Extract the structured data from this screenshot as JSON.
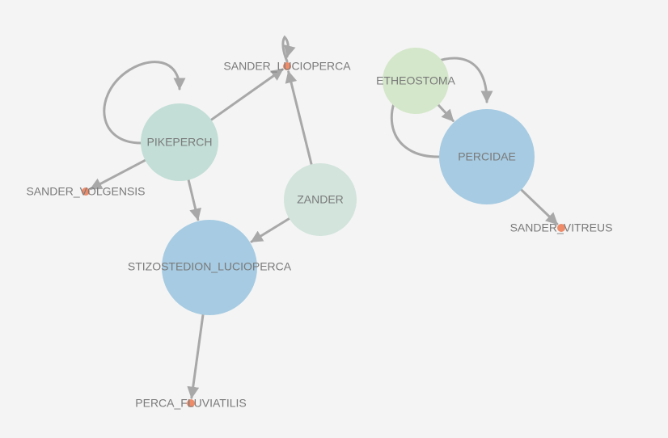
{
  "colors": {
    "background": "#f4f4f4",
    "edge": "#a8a8a8",
    "label": "#7a7a7a"
  },
  "nodes": {
    "sander_lucioperca": {
      "label": "SANDER_LUCIOPERCA",
      "color": "#ee8c6a"
    },
    "pikeperch": {
      "label": "PIKEPERCH",
      "color": "#c2ded6"
    },
    "sander_volgensis": {
      "label": "SANDER_VOLGENSIS",
      "color": "#ee8c6a"
    },
    "zander": {
      "label": "ZANDER",
      "color": "#d2e4dc"
    },
    "stizostedion_lucioperca": {
      "label": "STIZOSTEDION_LUCIOPERCA",
      "color": "#a6cbe2"
    },
    "perca_fluviatilis": {
      "label": "PERCA_FLUVIATILIS",
      "color": "#ee8c6a"
    },
    "etheostoma": {
      "label": "ETHEOSTOMA",
      "color": "#d4e7ca"
    },
    "percidae": {
      "label": "PERCIDAE",
      "color": "#a6cbe2"
    },
    "sander_vitreus": {
      "label": "SANDER_VITREUS",
      "color": "#ee8c6a"
    }
  },
  "edges": [
    {
      "from": "pikeperch",
      "to": "pikeperch"
    },
    {
      "from": "pikeperch",
      "to": "sander_lucioperca"
    },
    {
      "from": "pikeperch",
      "to": "sander_volgensis"
    },
    {
      "from": "pikeperch",
      "to": "stizostedion_lucioperca"
    },
    {
      "from": "zander",
      "to": "sander_lucioperca"
    },
    {
      "from": "zander",
      "to": "stizostedion_lucioperca"
    },
    {
      "from": "sander_lucioperca",
      "to": "sander_lucioperca"
    },
    {
      "from": "stizostedion_lucioperca",
      "to": "perca_fluviatilis"
    },
    {
      "from": "etheostoma",
      "to": "percidae"
    },
    {
      "from": "percidae",
      "to": "percidae"
    },
    {
      "from": "percidae",
      "to": "sander_vitreus"
    }
  ]
}
